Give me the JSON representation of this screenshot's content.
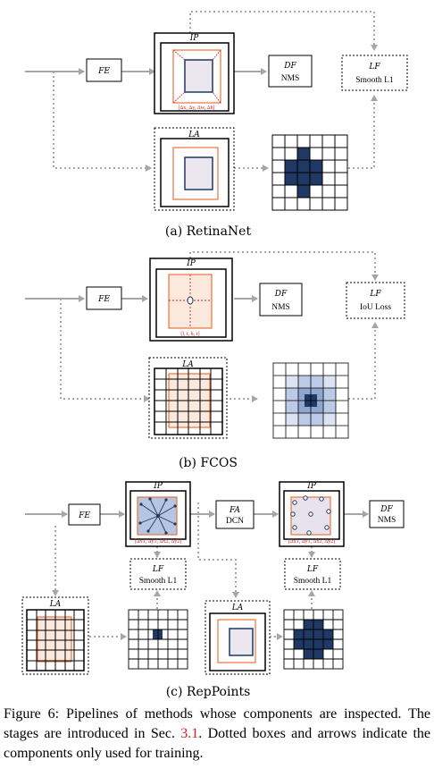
{
  "panels": {
    "a": {
      "caption": "(a) RetinaNet",
      "fe": "FE",
      "ip": "IP",
      "ip_formula": "[Δx, Δy, Δw, Δh]",
      "df": "DF",
      "df_text": "NMS",
      "lf": "LF",
      "lf_text": "Smooth L1",
      "la": "LA"
    },
    "b": {
      "caption": "(b) FCOS",
      "fe": "FE",
      "ip": "IP",
      "ip_formula": "[l, t, b, r]",
      "df": "DF",
      "df_text": "NMS",
      "lf": "LF",
      "lf_text": "IoU Loss",
      "la": "LA"
    },
    "c": {
      "caption": "(c) RepPoints",
      "fe": "FE",
      "ip1": "IP",
      "ip1_formula": "[Δx1, Δy1, Δx2, Δy2]",
      "fa": "FA",
      "fa_text": "DCN",
      "ip2": "IP",
      "ip2_formula": "[Δx1, Δy1, Δx2, Δy2]",
      "df": "DF",
      "df_text": "NMS",
      "lf1": "LF",
      "lf1_text": "Smooth L1",
      "lf2": "LF",
      "lf2_text": "Smooth L1",
      "la1": "LA",
      "la2": "LA"
    }
  },
  "caption": {
    "part1": "Figure 6: Pipelines of methods whose components are inspected. The stages are introduced in Sec. ",
    "ref": "3.1",
    "part2": ". Dotted boxes and arrows indicate the components only used for training."
  },
  "colors": {
    "orange": "#e8743b",
    "navy": "#1f3864",
    "red": "#d62020",
    "arrow": "#a6a6a6"
  }
}
